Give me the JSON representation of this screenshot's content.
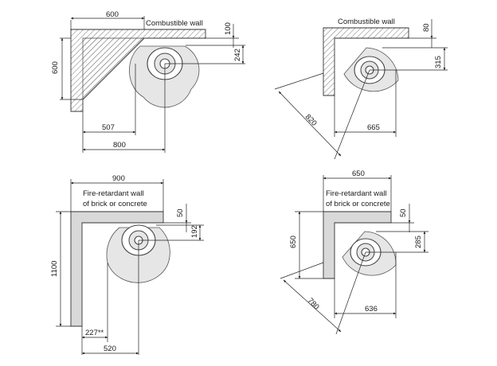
{
  "colors": {
    "wall_fill": "#d9d9d9",
    "stove_fill": "#e6e6e6",
    "line": "#222222"
  },
  "panels": {
    "top_left": {
      "wall_label": "Combustible wall",
      "dims": {
        "top_width": "600",
        "side_height": "600",
        "wall_offset": "100",
        "flue_offset": "242",
        "flue_to_side": "507",
        "total_width": "800"
      }
    },
    "top_right": {
      "wall_label": "Combustible wall",
      "dims": {
        "wall_offset": "80",
        "flue_offset": "315",
        "diagonal": "820",
        "width": "665"
      }
    },
    "bottom_left": {
      "wall_label_line1": "Fire-retardant wall",
      "wall_label_line2": "of brick or concrete",
      "dims": {
        "top_width": "900",
        "side_height": "1100",
        "wall_offset": "50",
        "flue_offset": "192",
        "side_gap": "227**",
        "width": "520"
      }
    },
    "bottom_right": {
      "wall_label_line1": "Fire-retardant wall",
      "wall_label_line2": "of brick or concrete",
      "dims": {
        "top_width": "650",
        "side_height": "650",
        "wall_offset": "50",
        "flue_offset": "285",
        "diagonal": "780",
        "width": "636"
      }
    }
  }
}
